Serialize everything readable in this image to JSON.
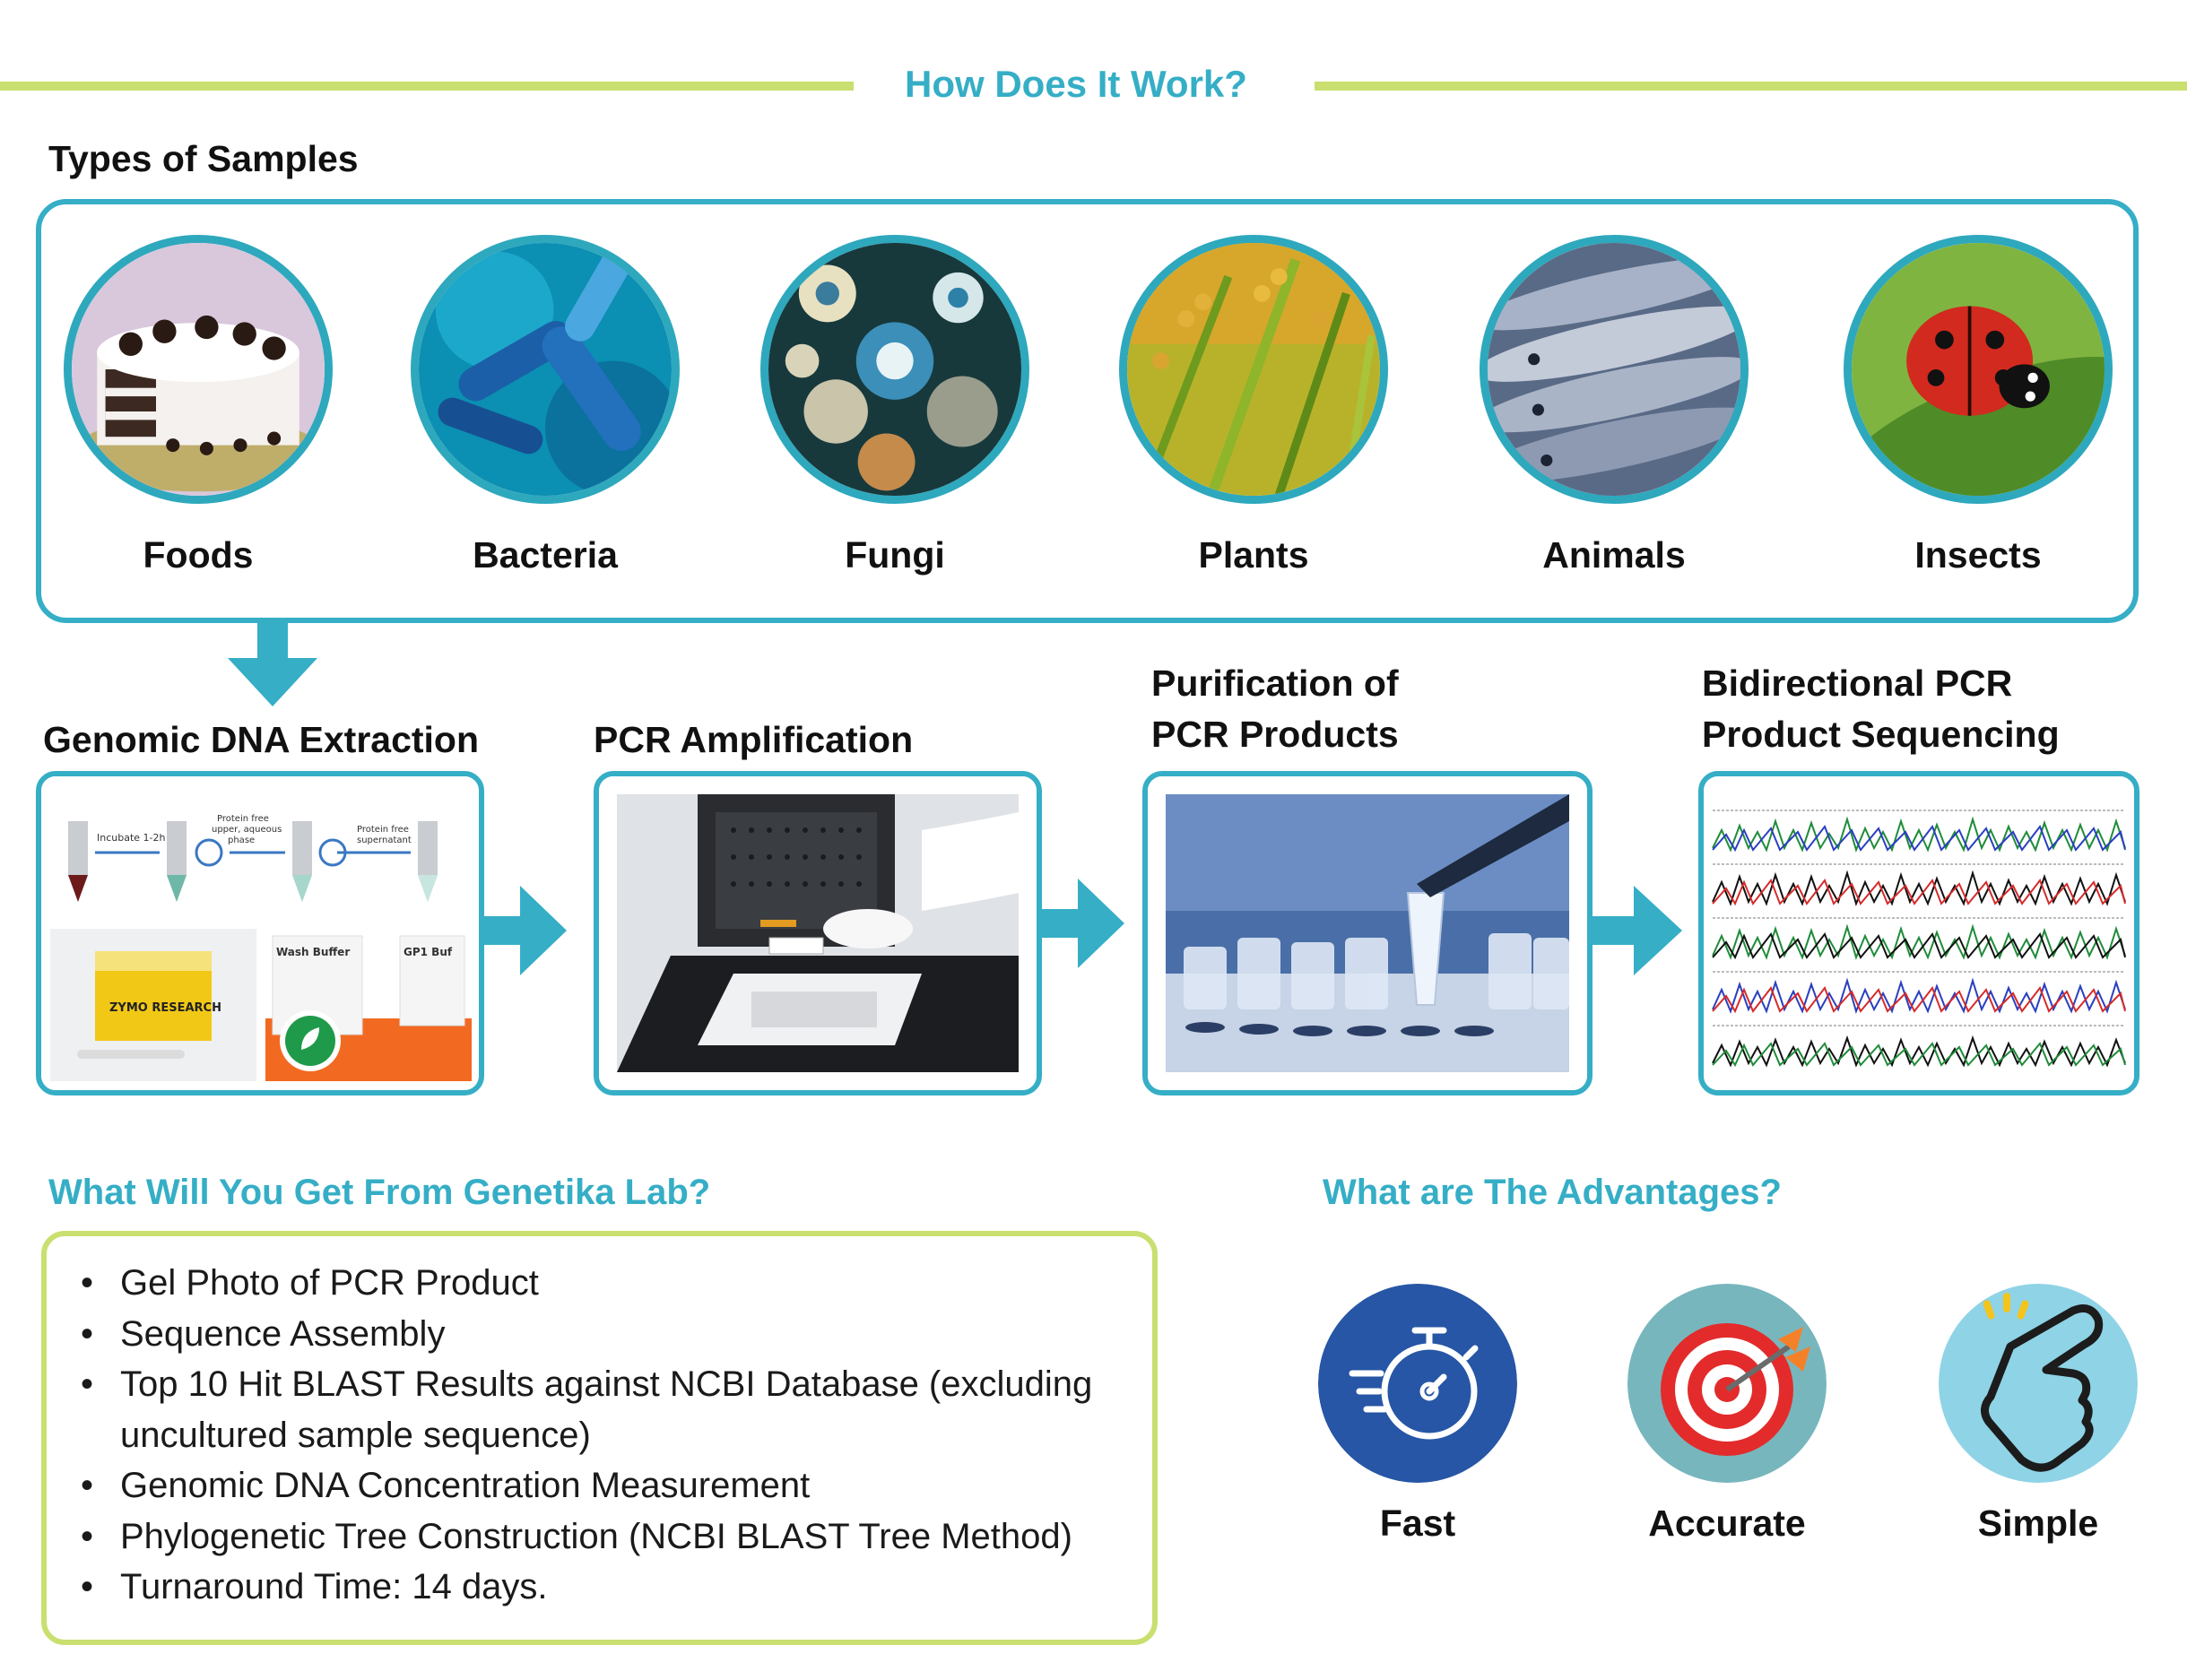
{
  "header": {
    "title": "How Does It Work?"
  },
  "samples": {
    "heading": "Types of Samples",
    "items": [
      {
        "label": "Foods",
        "icon": "cake-photo-icon"
      },
      {
        "label": "Bacteria",
        "icon": "bacteria-photo-icon"
      },
      {
        "label": "Fungi",
        "icon": "fungi-photo-icon"
      },
      {
        "label": "Plants",
        "icon": "rice-plant-photo-icon"
      },
      {
        "label": "Animals",
        "icon": "fish-photo-icon"
      },
      {
        "label": "Insects",
        "icon": "ladybug-photo-icon"
      }
    ]
  },
  "process": {
    "steps": [
      {
        "title_line1": "Genomic DNA Extraction",
        "title_line2": ""
      },
      {
        "title_line1": "PCR Amplification",
        "title_line2": ""
      },
      {
        "title_line1": "Purification of",
        "title_line2": "PCR Products"
      },
      {
        "title_line1": "Bidirectional PCR",
        "title_line2": "Product Sequencing"
      }
    ],
    "extraction_labels": {
      "incubate": "Incubate 1-2h",
      "protein_free_upper": "Protein free",
      "protein_free_upper2": "upper, aqueous",
      "protein_free_upper3": "phase",
      "protein_free_super": "Protein free",
      "protein_free_super2": "supernatant",
      "kit_brand": "ZYMO RESEARCH",
      "wash_buffer": "Wash Buffer",
      "gp1_buffer": "GP1 Buf"
    }
  },
  "deliverables": {
    "heading": "What Will You Get From Genetika Lab?",
    "items": [
      {
        "text": "Gel Photo of PCR Product",
        "cont": ""
      },
      {
        "text": "Sequence Assembly",
        "cont": ""
      },
      {
        "text": "Top 10 Hit BLAST Results against NCBI Database (excluding",
        "cont": "uncultured sample sequence)"
      },
      {
        "text": "Genomic DNA Concentration Measurement",
        "cont": ""
      },
      {
        "text": "Phylogenetic Tree Construction (NCBI BLAST Tree Method)",
        "cont": ""
      },
      {
        "text": "Turnaround Time: 14 days.",
        "cont": ""
      }
    ]
  },
  "advantages": {
    "heading": "What are The Advantages?",
    "items": [
      {
        "label": "Fast",
        "icon": "stopwatch-icon"
      },
      {
        "label": "Accurate",
        "icon": "target-icon"
      },
      {
        "label": "Simple",
        "icon": "hand-tap-icon"
      }
    ]
  },
  "colors": {
    "teal": "#35aec6",
    "lime": "#c9df6f",
    "navy": "#2656a5"
  }
}
